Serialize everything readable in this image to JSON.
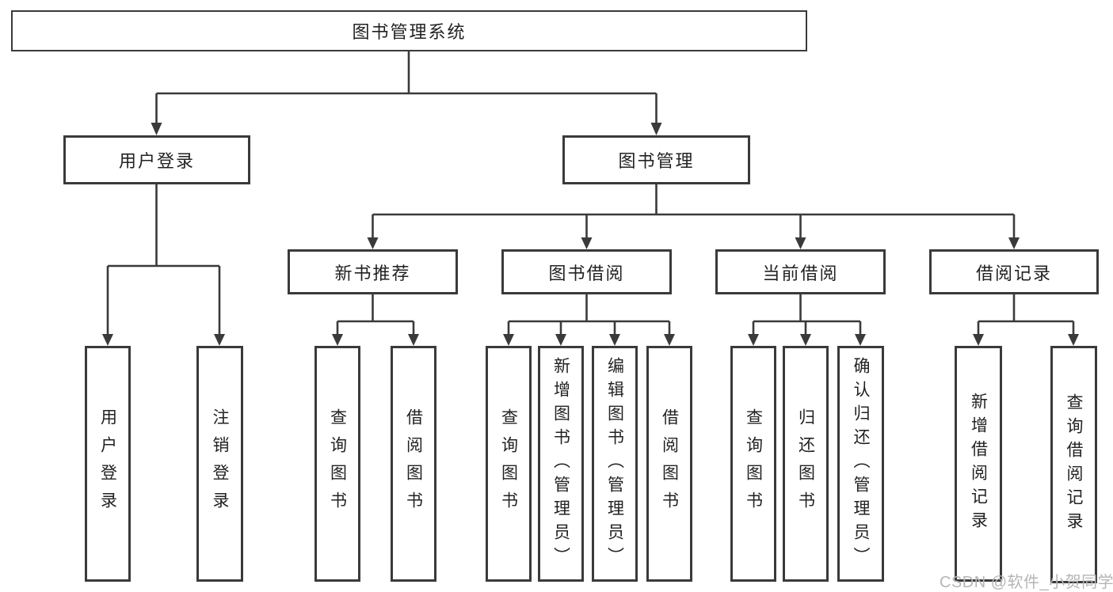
{
  "tree": {
    "root": {
      "label": "图书管理系统"
    },
    "children": [
      {
        "label": "用户登录",
        "children": [
          {
            "label": "用户登录"
          },
          {
            "label": "注销登录"
          }
        ]
      },
      {
        "label": "图书管理",
        "children": [
          {
            "label": "新书推荐",
            "children": [
              {
                "label": "查询图书"
              },
              {
                "label": "借阅图书"
              }
            ]
          },
          {
            "label": "图书借阅",
            "children": [
              {
                "label": "查询图书"
              },
              {
                "label": "新增图书（管理员）"
              },
              {
                "label": "编辑图书（管理员）"
              },
              {
                "label": "借阅图书"
              }
            ]
          },
          {
            "label": "当前借阅",
            "children": [
              {
                "label": "查询图书"
              },
              {
                "label": "归还图书"
              },
              {
                "label": "确认归还（管理员）"
              }
            ]
          },
          {
            "label": "借阅记录",
            "children": [
              {
                "label": "新增借阅记录"
              },
              {
                "label": "查询借阅记录"
              }
            ]
          }
        ]
      }
    ]
  },
  "watermark": {
    "text": "CSDN @软件_小贺同学"
  },
  "colors": {
    "line": "#3a3a3a",
    "text": "#222222",
    "background": "#ffffff",
    "watermark": "#b5b5b5"
  }
}
